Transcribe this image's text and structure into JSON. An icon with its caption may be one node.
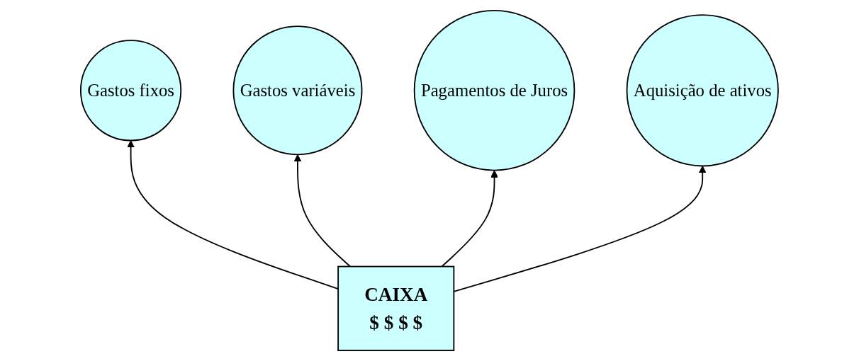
{
  "diagram": {
    "nodes": [
      {
        "text": [
          "Gastos fixos"
        ]
      },
      {
        "text": [
          "Gastos variáveis"
        ]
      },
      {
        "text": [
          "Pagamentos de Juros"
        ]
      },
      {
        "text": [
          "Aquisição de ativos"
        ]
      },
      {
        "text": [
          "CAIXA",
          "$ $ $ $"
        ]
      }
    ],
    "edges": [
      {
        "from": 4,
        "to": 0,
        "arrow": "to"
      },
      {
        "from": 4,
        "to": 1,
        "arrow": "to"
      },
      {
        "from": 4,
        "to": 2,
        "arrow": "to"
      },
      {
        "from": 4,
        "to": 3,
        "arrow": "to"
      }
    ]
  }
}
